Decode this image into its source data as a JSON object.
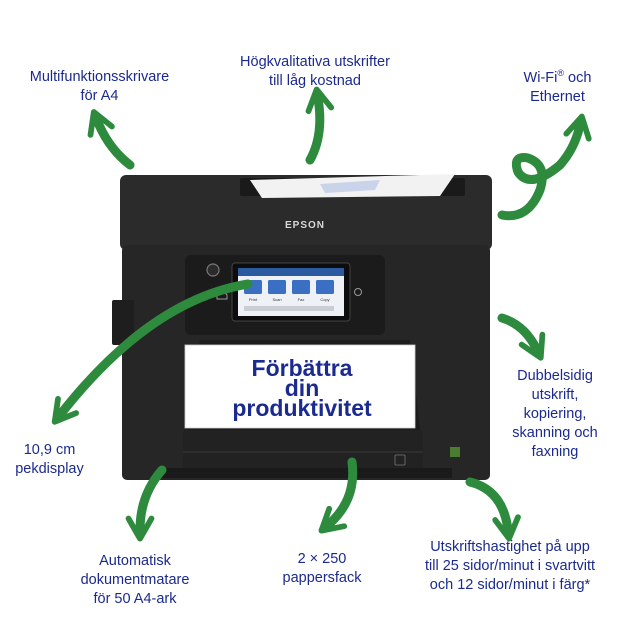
{
  "features": {
    "multifunction": "Multifunktionsskrivare\nför A4",
    "quality": "Högkvalitativa utskrifter\ntill låg kostnad",
    "wifi_main": "Wi-Fi",
    "wifi_sup": "®",
    "wifi_rest": " och",
    "wifi_line2": "Ethernet",
    "duplex": "Dubbelsidig\nutskrift,\nkopiering,\nskanning och\nfaxning",
    "display": "10,9 cm\npekdisplay",
    "adf": "Automatisk\ndokumentmatare\nför 50 A4-ark",
    "trays": "2 × 250\npappersfack",
    "speed": "Utskriftshastighet på upp\ntill 25 sidor/minut i svartvitt\noch 12 sidor/minut i färg*"
  },
  "printer": {
    "brand": "EPSON",
    "paper_lines": [
      "Förbättra",
      "din",
      "produktivitet"
    ],
    "screen_icons": [
      "Print",
      "Scan",
      "Fax",
      "Copy"
    ]
  },
  "colors": {
    "arrow_green": "#2e8b3e",
    "text_blue": "#1b2a8f",
    "printer_body": "#262626"
  }
}
